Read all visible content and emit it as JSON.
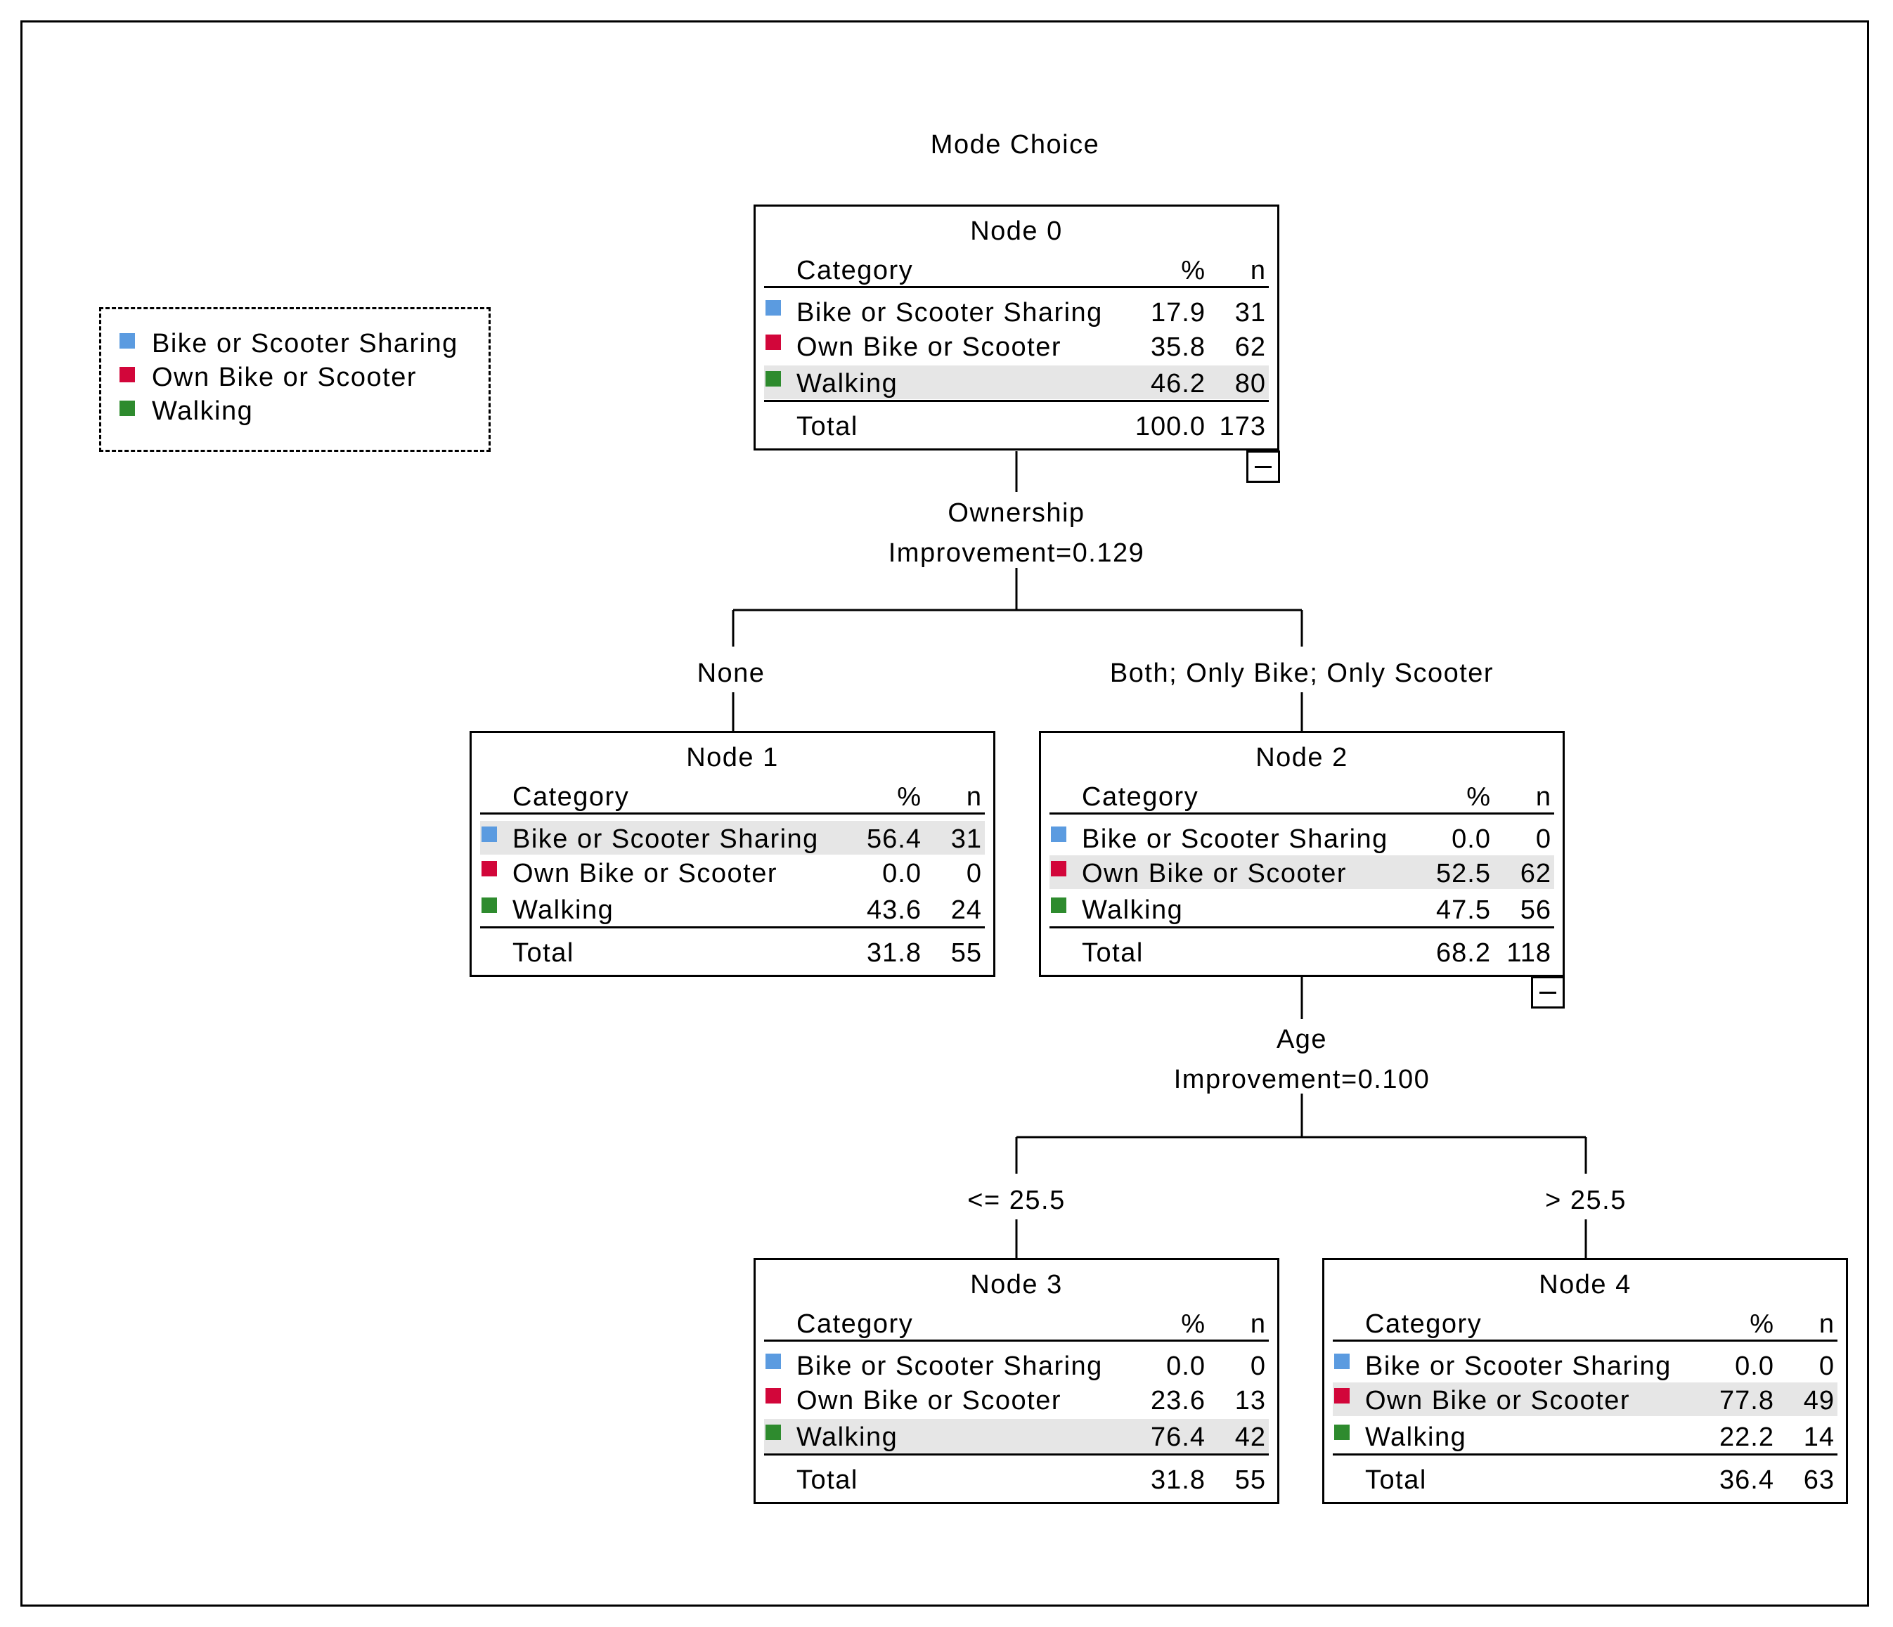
{
  "title": "Mode Choice",
  "colors": {
    "bike_or_scooter_sharing": "#5b9be0",
    "own_bike_or_scooter": "#d2063a",
    "walking": "#2e8b2e"
  },
  "legend": [
    {
      "label": "Bike or Scooter Sharing",
      "color": "#5b9be0"
    },
    {
      "label": "Own Bike or Scooter",
      "color": "#d2063a"
    },
    {
      "label": "Walking",
      "color": "#2e8b2e"
    }
  ],
  "table_headers": {
    "category": "Category",
    "pct": "%",
    "n": "n"
  },
  "nodes": [
    {
      "id": "Node 0",
      "rows": [
        {
          "category": "Bike or Scooter Sharing",
          "pct": "17.9",
          "n": "31"
        },
        {
          "category": "Own Bike or Scooter",
          "pct": "35.8",
          "n": "62"
        },
        {
          "category": "Walking",
          "pct": "46.2",
          "n": "80"
        }
      ],
      "total": {
        "label": "Total",
        "pct": "100.0",
        "n": "173"
      }
    },
    {
      "id": "Node 1",
      "rows": [
        {
          "category": "Bike or Scooter Sharing",
          "pct": "56.4",
          "n": "31"
        },
        {
          "category": "Own Bike or Scooter",
          "pct": "0.0",
          "n": "0"
        },
        {
          "category": "Walking",
          "pct": "43.6",
          "n": "24"
        }
      ],
      "total": {
        "label": "Total",
        "pct": "31.8",
        "n": "55"
      }
    },
    {
      "id": "Node 2",
      "rows": [
        {
          "category": "Bike or Scooter Sharing",
          "pct": "0.0",
          "n": "0"
        },
        {
          "category": "Own Bike or Scooter",
          "pct": "52.5",
          "n": "62"
        },
        {
          "category": "Walking",
          "pct": "47.5",
          "n": "56"
        }
      ],
      "total": {
        "label": "Total",
        "pct": "68.2",
        "n": "118"
      }
    },
    {
      "id": "Node 3",
      "rows": [
        {
          "category": "Bike or Scooter Sharing",
          "pct": "0.0",
          "n": "0"
        },
        {
          "category": "Own Bike or Scooter",
          "pct": "23.6",
          "n": "13"
        },
        {
          "category": "Walking",
          "pct": "76.4",
          "n": "42"
        }
      ],
      "total": {
        "label": "Total",
        "pct": "31.8",
        "n": "55"
      }
    },
    {
      "id": "Node 4",
      "rows": [
        {
          "category": "Bike or Scooter Sharing",
          "pct": "0.0",
          "n": "0"
        },
        {
          "category": "Own Bike or Scooter",
          "pct": "77.8",
          "n": "49"
        },
        {
          "category": "Walking",
          "pct": "22.2",
          "n": "14"
        }
      ],
      "total": {
        "label": "Total",
        "pct": "36.4",
        "n": "63"
      }
    }
  ],
  "splits": [
    {
      "variable": "Ownership",
      "improvement": "Improvement=0.129",
      "left_label": "None",
      "right_label": "Both; Only Bike; Only Scooter"
    },
    {
      "variable": "Age",
      "improvement": "Improvement=0.100",
      "left_label": "<= 25.5",
      "right_label": "> 25.5"
    }
  ]
}
